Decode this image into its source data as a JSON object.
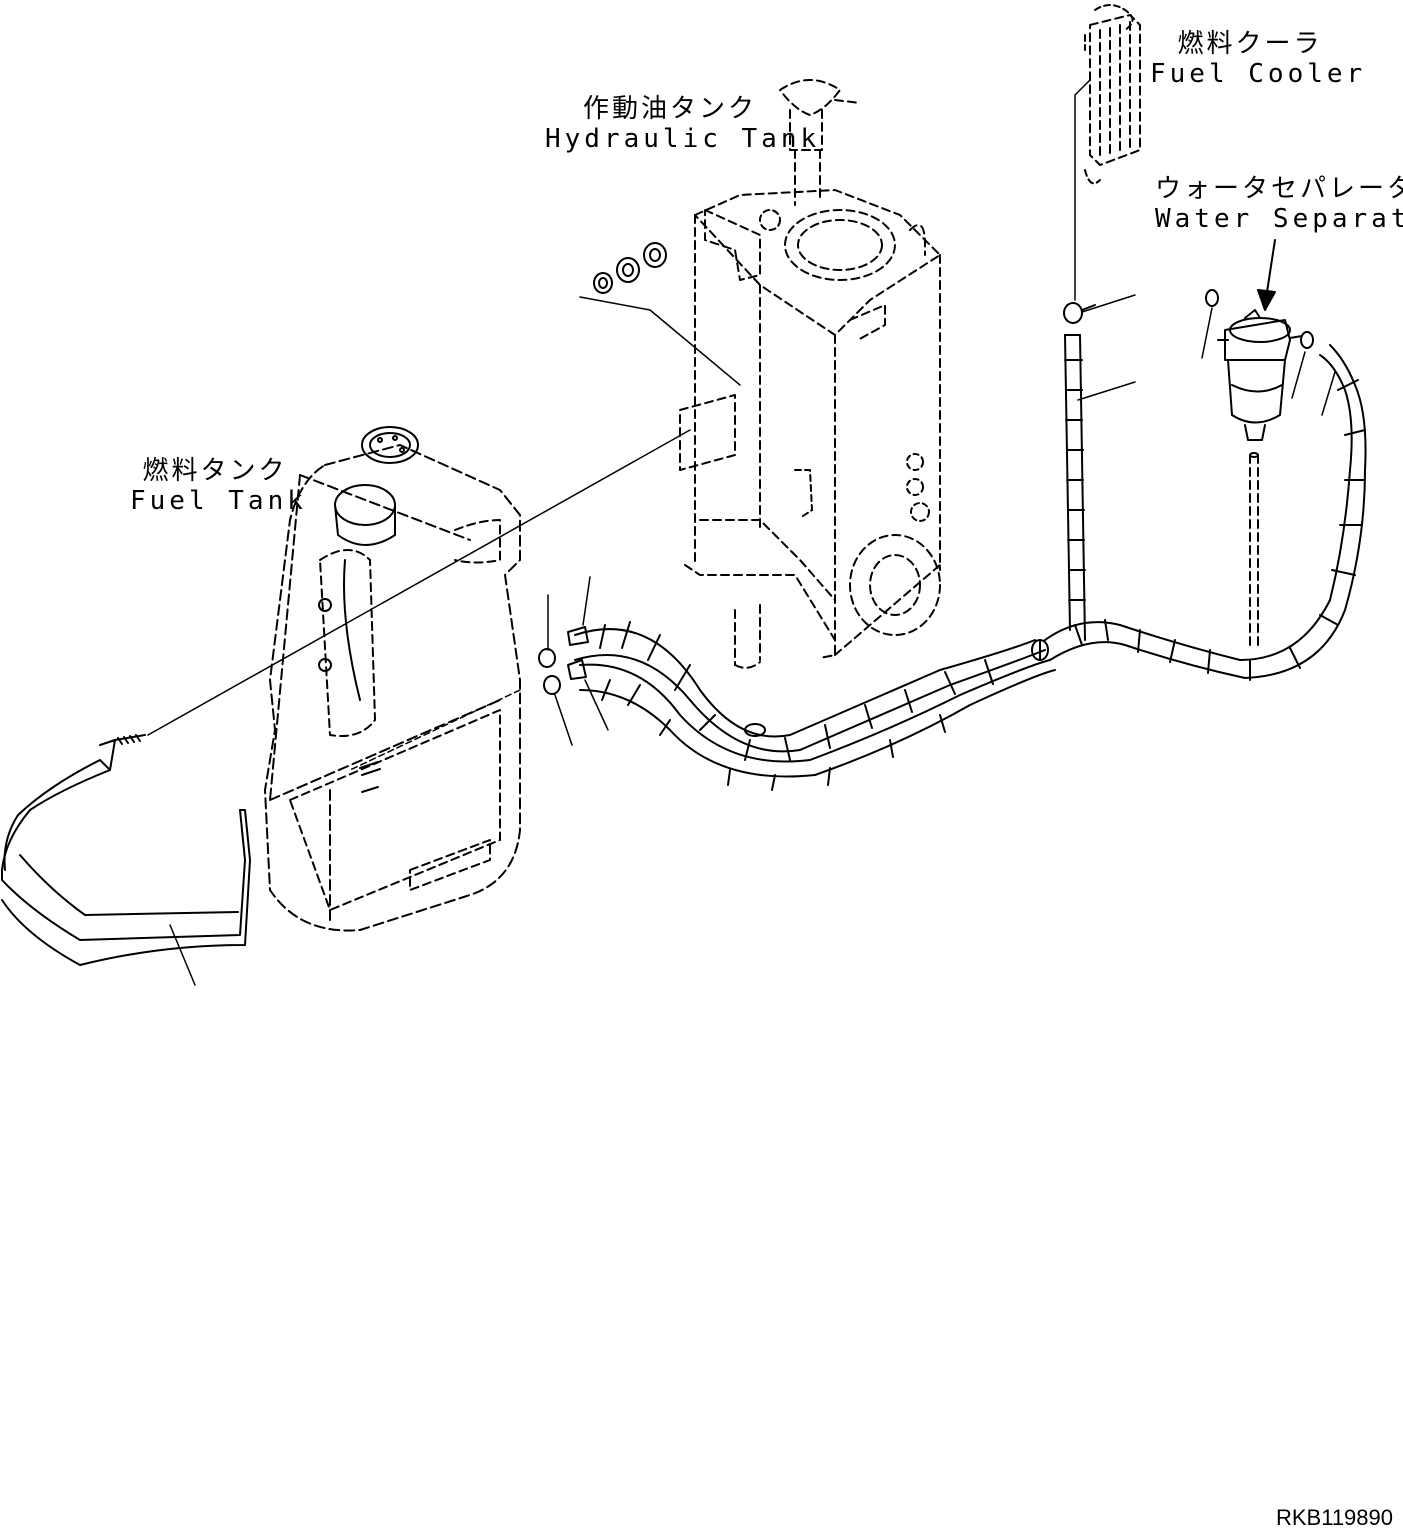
{
  "labels": {
    "hydraulic_tank": {
      "jp": "作動油タンク",
      "en": "Hydraulic Tank"
    },
    "fuel_tank": {
      "jp": "燃料タンク",
      "en": "Fuel Tank"
    },
    "fuel_cooler": {
      "jp": "燃料クーラ",
      "en": "Fuel Cooler"
    },
    "water_separator": {
      "jp": "ウォータセパレータ",
      "en": "Water Separator"
    }
  },
  "drawing_number": "RKB119890"
}
